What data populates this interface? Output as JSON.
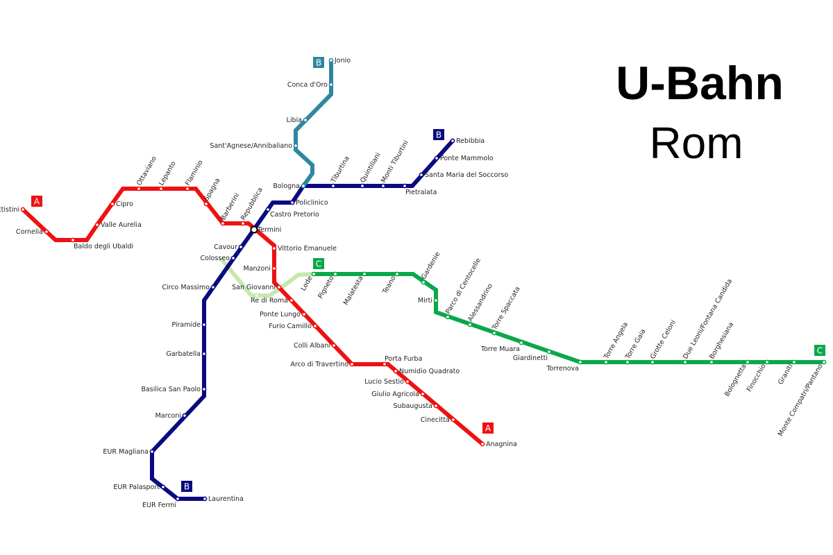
{
  "title": {
    "main": "U-Bahn",
    "sub": "Rom"
  },
  "colors": {
    "A": "#ee1111",
    "B": "#0a0a80",
    "B1": "#2e87a0",
    "C": "#0aa84b",
    "C_planned": "#c6e8b0"
  },
  "lines": {
    "A": {
      "badge": "A",
      "stations": [
        "Battistini",
        "Cornelia",
        "Baldo degli Ubaldi",
        "Valle Aurelia",
        "Cipro",
        "Ottaviano",
        "Lepanto",
        "Flaminio",
        "Spagna",
        "Barberini",
        "Repubblica",
        "Termini",
        "Vittorio Emanuele",
        "Manzoni",
        "San Giovanni",
        "Re di Roma",
        "Ponte Lungo",
        "Furio Camillo",
        "Colli Albani",
        "Arco di Travertino",
        "Porta Furba",
        "Numidio Quadrato",
        "Lucio Sestio",
        "Giulio Agricola",
        "Subaugusta",
        "Cinecittà",
        "Anagnina"
      ]
    },
    "B": {
      "badge": "B",
      "stations": [
        "Laurentina",
        "EUR Fermi",
        "EUR Palasport",
        "EUR Magliana",
        "Marconi",
        "Basilica San Paolo",
        "Garbatella",
        "Piramide",
        "Circo Massimo",
        "Colosseo",
        "Cavour",
        "Termini",
        "Castro Pretorio",
        "Policlinico",
        "Bologna",
        "Tiburtina",
        "Quintiliani",
        "Monti Tiburtini",
        "Pietralata",
        "Santa Maria del Soccorso",
        "Ponte Mammolo",
        "Rebibbia"
      ]
    },
    "B1": {
      "badge": "B",
      "stations": [
        "Bologna",
        "Sant'Agnese/Annibaliano",
        "Libia",
        "Conca d'Oro",
        "Jonio"
      ]
    },
    "C": {
      "badge": "C",
      "stations": [
        "Lode",
        "Pigneto",
        "Malatesta",
        "Teano",
        "Gardenie",
        "Mirti",
        "Parco di Centocelle",
        "Alessandrino",
        "Torre Spaccata",
        "Torre Muara",
        "Giardinetti",
        "Torrenova",
        "Torre Angela",
        "Torre Gaia",
        "Grotte Celoni",
        "Due Leoni/Fontana Candida",
        "Borghesiana",
        "Bolognetta",
        "Finocchio",
        "Graniti",
        "Monte Compatri/Pantano"
      ]
    }
  }
}
